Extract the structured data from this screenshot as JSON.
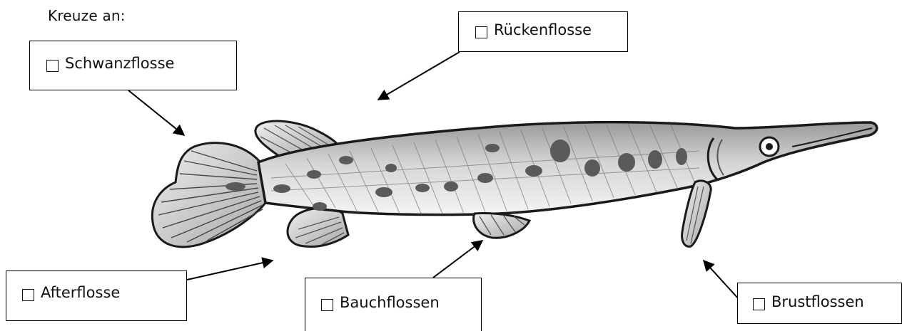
{
  "instruction": "Kreuze an:",
  "labels": {
    "schwanzflosse": "Schwanzflosse",
    "rueckenflosse": "Rückenflosse",
    "afterflosse": "Afterflosse",
    "bauchflossen": "Bauchflossen",
    "brustflossen": "Brustflossen"
  },
  "illustration": {
    "subject": "gar-fish-icon",
    "body_color": "#c8c8c8",
    "outline_color": "#1a1a1a",
    "spot_color": "#5a5a5a"
  }
}
